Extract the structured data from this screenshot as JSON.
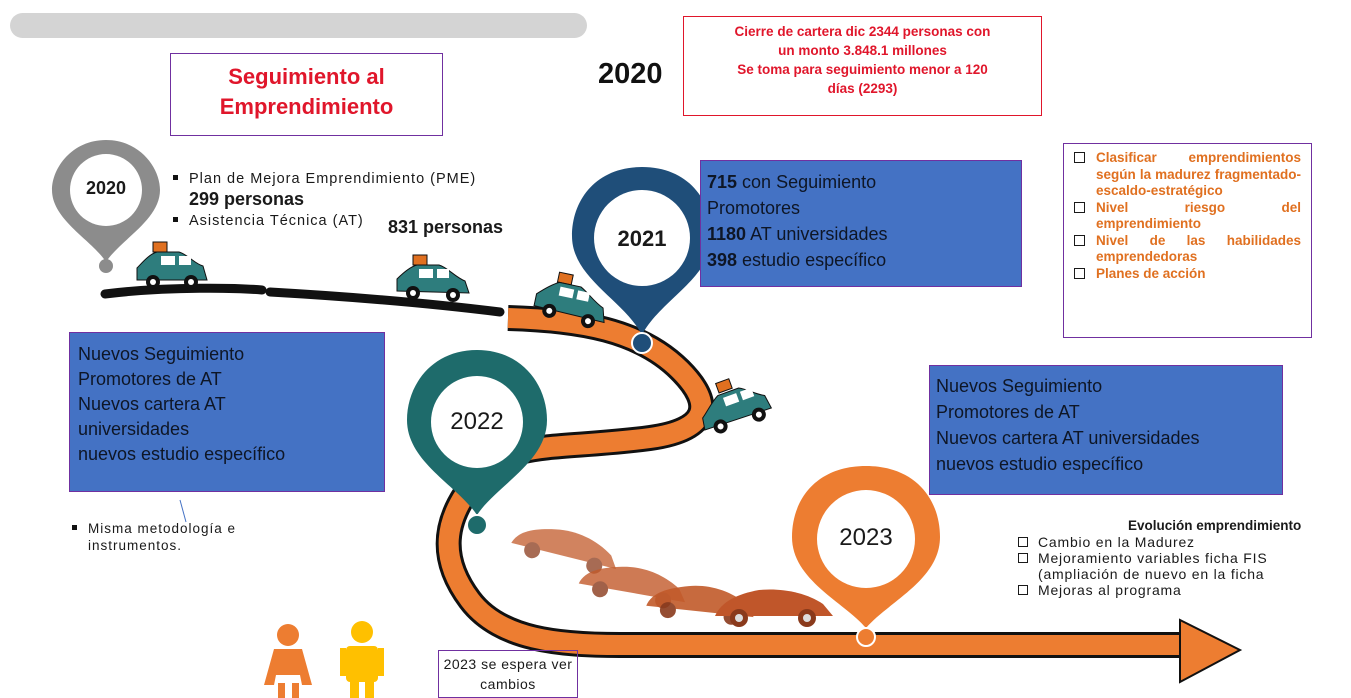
{
  "title": "Seguimiento al Emprendimiento",
  "title_line1": "Seguimiento al",
  "title_line2": "Emprendimiento",
  "year_header": "2020",
  "cartera_box": {
    "line1": "Cierre de cartera dic 2344 personas con",
    "line2": "un monto 3.848.1 millones",
    "line3": "Se toma para seguimiento menor a 120",
    "line4": "días (2293)"
  },
  "pins": {
    "p2020": "2020",
    "p2021": "2021",
    "p2022": "2022",
    "p2023": "2023"
  },
  "plan_2020": {
    "item1_label": "Plan de Mejora Emprendimiento (PME)",
    "item1_value": "299 personas",
    "item2_label": "Asistencia Técnica (AT)",
    "item2_value": "831 personas"
  },
  "box_2021": {
    "l1_num": "715",
    "l1_txt": " con Seguimiento",
    "l2_txt": "Promotores",
    "l3_num": "1180",
    "l3_txt": " AT universidades",
    "l4_num": "398",
    "l4_txt": " estudio específico"
  },
  "criteria": [
    "Clasificar emprendimientos según la madurez fragmentado-escaldo-estratégico",
    "Nivel riesgo del emprendimiento",
    "Nivel de las habilidades emprendedoras",
    "Planes de acción"
  ],
  "box_left": {
    "l1": "Nuevos Seguimiento",
    "l2": "Promotores de AT",
    "l3": "Nuevos cartera AT",
    "l4": "universidades",
    "l5": "nuevos estudio específico"
  },
  "box_right": {
    "l1": "Nuevos Seguimiento",
    "l2": "Promotores de AT",
    "l3": "Nuevos cartera AT universidades",
    "l4": "nuevos estudio específico"
  },
  "methodology": "Misma metodología e instrumentos.",
  "evolution": {
    "title": "Evolución emprendimiento",
    "items": [
      "Cambio en la Madurez",
      "Mejoramiento variables ficha FIS",
      "(ampliación de nuevo en la ficha",
      "Mejoras al programa"
    ]
  },
  "expect_box": "2023 se espera ver cambios",
  "colors": {
    "blue_box": "#4472c4",
    "orange": "#ed7d31",
    "red_text": "#e0162b",
    "pin_grey": "#8c8c8c",
    "pin_navy": "#1f4e79",
    "pin_teal": "#1e6b6b",
    "car_teal": "#2e7d7d",
    "border_purple": "#7030a0"
  }
}
